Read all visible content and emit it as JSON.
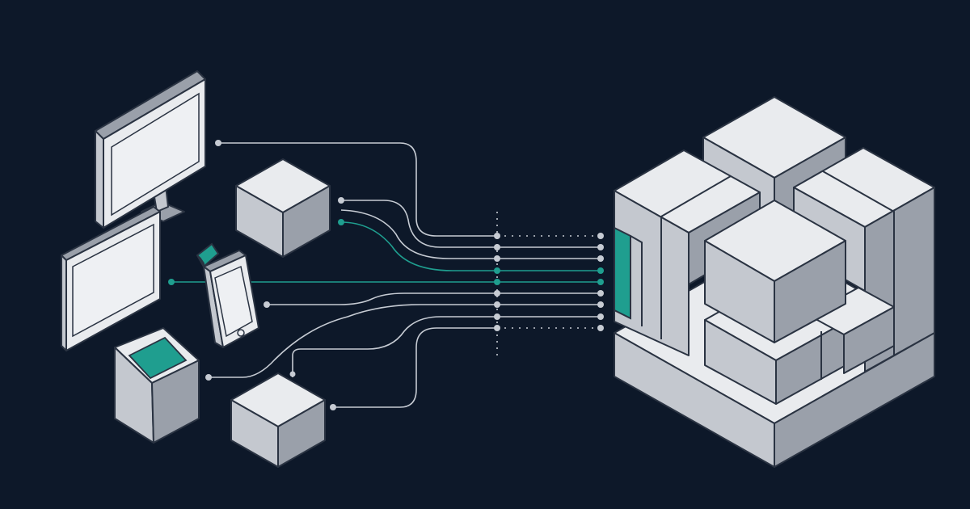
{
  "colors": {
    "background": "#0d1829",
    "accent": "#1f9e8f",
    "line": "#c6cbd3",
    "face_top": "#e9ebee",
    "face_left": "#c4c8cf",
    "face_right": "#9aa0aa",
    "outline": "#2a3342"
  },
  "diagram": {
    "left_sources": [
      {
        "icon": "desktop-monitor-icon"
      },
      {
        "icon": "tablet-icon"
      },
      {
        "icon": "smartphone-icon"
      },
      {
        "icon": "kiosk-terminal-icon"
      },
      {
        "icon": "cube-icon"
      },
      {
        "icon": "cube-icon"
      }
    ],
    "connector_count": 9,
    "highlighted_connectors": [
      2,
      4
    ],
    "hub": {
      "icon": "modular-server-blocks-icon",
      "accent_panel": true
    }
  }
}
